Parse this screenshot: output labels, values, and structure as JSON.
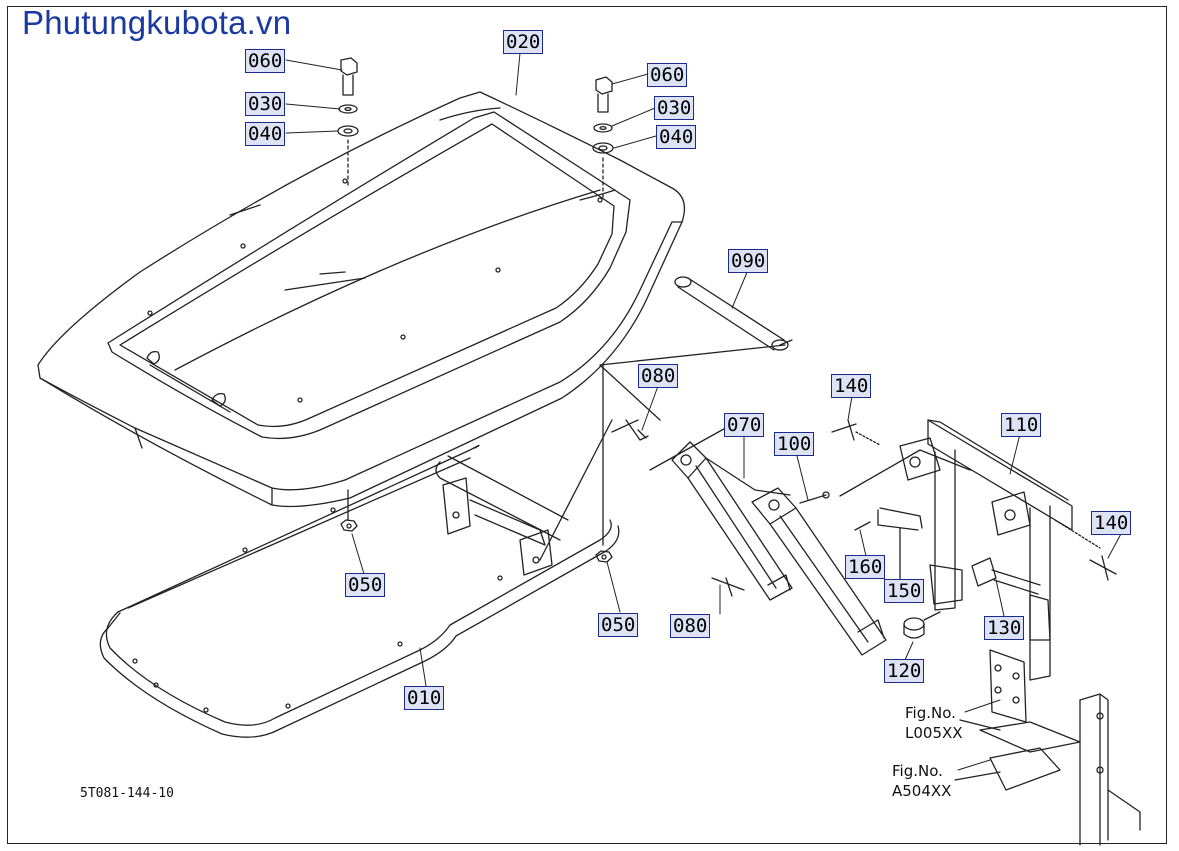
{
  "site": {
    "title": "Phutungkubota.vn"
  },
  "drawing_code": "5T081-144-10",
  "parts": [
    {
      "id": "020",
      "label": "020"
    },
    {
      "id": "060-left",
      "label": "060"
    },
    {
      "id": "030-left",
      "label": "030"
    },
    {
      "id": "040-left",
      "label": "040"
    },
    {
      "id": "060-right",
      "label": "060"
    },
    {
      "id": "030-right",
      "label": "030"
    },
    {
      "id": "040-right",
      "label": "040"
    },
    {
      "id": "090",
      "label": "090"
    },
    {
      "id": "080-top",
      "label": "080"
    },
    {
      "id": "070",
      "label": "070"
    },
    {
      "id": "100",
      "label": "100"
    },
    {
      "id": "140-top",
      "label": "140"
    },
    {
      "id": "110",
      "label": "110"
    },
    {
      "id": "140-right",
      "label": "140"
    },
    {
      "id": "050-left",
      "label": "050"
    },
    {
      "id": "050-right",
      "label": "050"
    },
    {
      "id": "160",
      "label": "160"
    },
    {
      "id": "150",
      "label": "150"
    },
    {
      "id": "130",
      "label": "130"
    },
    {
      "id": "080-bottom",
      "label": "080"
    },
    {
      "id": "120",
      "label": "120"
    },
    {
      "id": "010",
      "label": "010"
    }
  ],
  "fig_refs": [
    {
      "line1": "Fig.No.",
      "line2": "L005XX"
    },
    {
      "line1": "Fig.No.",
      "line2": "A504XX"
    }
  ]
}
